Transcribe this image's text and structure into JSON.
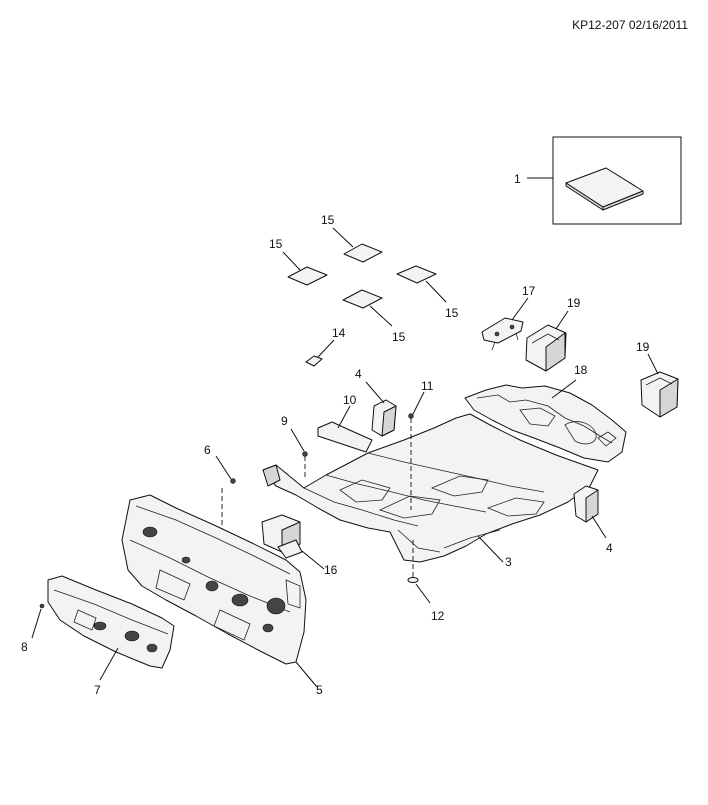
{
  "doc_id": "KP12-207 02/16/2011",
  "callouts": [
    {
      "key": "c1",
      "label": "1"
    },
    {
      "key": "c3",
      "label": "3"
    },
    {
      "key": "c4a",
      "label": "4"
    },
    {
      "key": "c4b",
      "label": "4"
    },
    {
      "key": "c5",
      "label": "5"
    },
    {
      "key": "c6",
      "label": "6"
    },
    {
      "key": "c7",
      "label": "7"
    },
    {
      "key": "c8",
      "label": "8"
    },
    {
      "key": "c9",
      "label": "9"
    },
    {
      "key": "c10",
      "label": "10"
    },
    {
      "key": "c11",
      "label": "11"
    },
    {
      "key": "c12",
      "label": "12"
    },
    {
      "key": "c14",
      "label": "14"
    },
    {
      "key": "c15a",
      "label": "15"
    },
    {
      "key": "c15b",
      "label": "15"
    },
    {
      "key": "c15c",
      "label": "15"
    },
    {
      "key": "c15d",
      "label": "15"
    },
    {
      "key": "c16",
      "label": "16"
    },
    {
      "key": "c17",
      "label": "17"
    },
    {
      "key": "c18",
      "label": "18"
    },
    {
      "key": "c19a",
      "label": "19"
    },
    {
      "key": "c19b",
      "label": "19"
    }
  ]
}
